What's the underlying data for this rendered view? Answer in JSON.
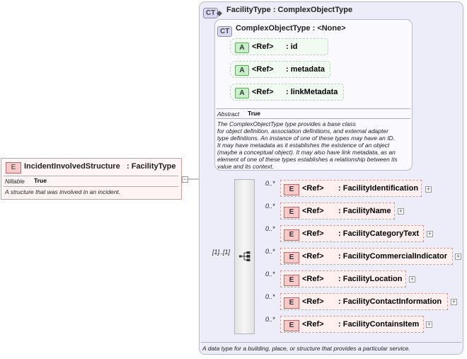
{
  "root_element": {
    "badge": "E",
    "name": "IncidentInvolvedStructure",
    "type": ": FacilityType",
    "nillable_label": "Nillable",
    "nillable_value": "True",
    "description": "A structure that was involved in an incident."
  },
  "complex_type": {
    "badge": "CT",
    "title": "FacilityType : ComplexObjectType",
    "description": "A data type for a building, place, or structure that provides a particular service."
  },
  "base_type": {
    "badge": "CT",
    "title": "ComplexObjectType : <None>",
    "attributes": [
      {
        "badge": "A",
        "ref": "<Ref>",
        "name": ": id"
      },
      {
        "badge": "A",
        "ref": "<Ref>",
        "name": ": metadata"
      },
      {
        "badge": "A",
        "ref": "<Ref>",
        "name": ": linkMetadata"
      }
    ],
    "abstract_label": "Abstract",
    "abstract_value": "True",
    "description_lines": [
      "The ComplexObjectType type provides a base class",
      "for object definition, association definitions, and external adapter",
      "type definitions. An instance of one of these types may have an ID.",
      "It may have metadata as it establishes the existence of an object",
      "(maybe a conceptual object). It may also have link metadata, as an",
      "element of one of these types establishes a relationship between its",
      "value and its context."
    ]
  },
  "sequence": {
    "cardinality": "[1]..[1]",
    "elements": [
      {
        "badge": "E",
        "card": "0..*",
        "ref": "<Ref>",
        "name": ": FacilityIdentification"
      },
      {
        "badge": "E",
        "card": "0..*",
        "ref": "<Ref>",
        "name": ": FacilityName"
      },
      {
        "badge": "E",
        "card": "0..*",
        "ref": "<Ref>",
        "name": ": FacilityCategoryText"
      },
      {
        "badge": "E",
        "card": "0..*",
        "ref": "<Ref>",
        "name": ": FacilityCommercialIndicator"
      },
      {
        "badge": "E",
        "card": "0..*",
        "ref": "<Ref>",
        "name": ": FacilityLocation"
      },
      {
        "badge": "E",
        "card": "0..*",
        "ref": "<Ref>",
        "name": ": FacilityContactInformation"
      },
      {
        "badge": "E",
        "card": "0..*",
        "ref": "<Ref>",
        "name": ": FacilityContainsItem"
      }
    ]
  },
  "expand_symbol": "+",
  "collapse_symbol": "−"
}
